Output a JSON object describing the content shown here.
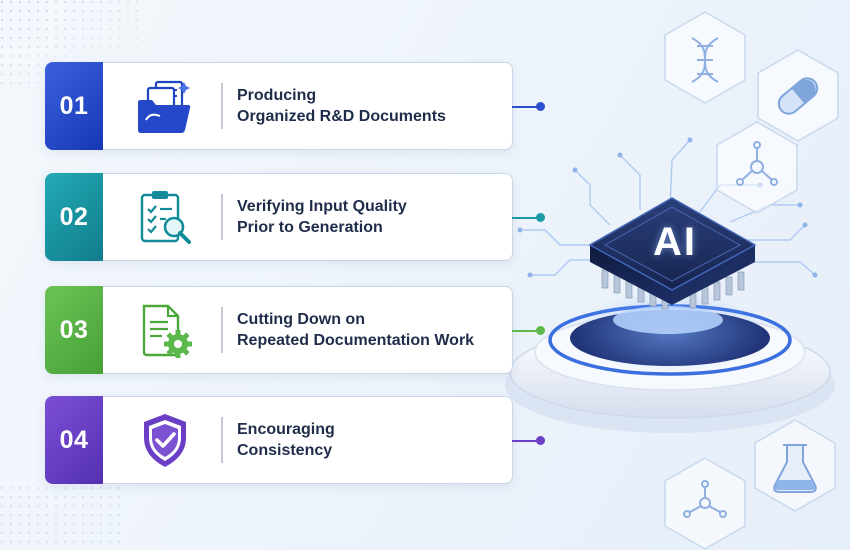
{
  "items": [
    {
      "number": "01",
      "line1": "Producing",
      "line2": "Organized R&D Documents",
      "icon": "folder-documents-icon",
      "color": "#2b4fcf",
      "color2": "#1638b6"
    },
    {
      "number": "02",
      "line1": "Verifying Input Quality",
      "line2": "Prior to Generation",
      "icon": "clipboard-magnifier-icon",
      "color": "#1b9aa8",
      "color2": "#137f8f"
    },
    {
      "number": "03",
      "line1": "Cutting Down on",
      "line2": "Repeated Documentation Work",
      "icon": "document-gear-icon",
      "color": "#5cb84a",
      "color2": "#46a037"
    },
    {
      "number": "04",
      "line1": "Encouraging",
      "line2": "Consistency",
      "icon": "shield-check-icon",
      "color": "#6a3fc6",
      "color2": "#5430b0"
    }
  ],
  "chip": {
    "label": "AI"
  },
  "hex_icons": [
    "dna-icon",
    "capsule-icon",
    "molecule-icon",
    "flask-icon",
    "network-icon"
  ]
}
